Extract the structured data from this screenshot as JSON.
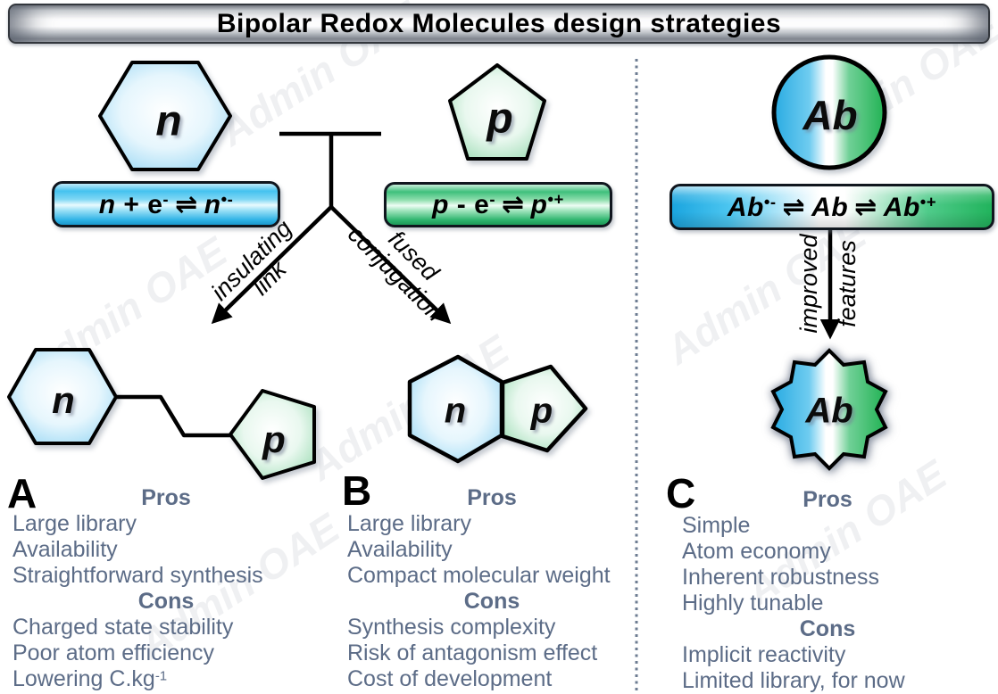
{
  "title": "Bipolar Redox Molecules design strategies",
  "watermark": "Admin OAE",
  "colors": {
    "blue": "#29abe2",
    "green": "#22b24c",
    "list_text": "#5c6c87"
  },
  "shapes": {
    "n_hexagon": "n",
    "p_pentagon": "p",
    "ab_circle": "Ab",
    "a_hexagon": "n",
    "a_pentagon": "p",
    "b_hexagon": "n",
    "b_pentagon": "p",
    "ab_star": "Ab"
  },
  "equations": {
    "n": {
      "lhs_var": "n",
      "mid": " + e",
      "mid_sup": "-",
      "harpoon": "⇌",
      "rhs_var": "n",
      "rhs_sup": "•-"
    },
    "p": {
      "lhs_var": "p",
      "mid": " - e",
      "mid_sup": "-",
      "harpoon": "⇌",
      "rhs_var": "p",
      "rhs_sup": "•+"
    },
    "ab": {
      "v1": "Ab",
      "s1": "•-",
      "h1": "⇌",
      "v2": "Ab",
      "h2": "⇌",
      "v3": "Ab",
      "s3": "•+"
    }
  },
  "arrows": {
    "left_line1": "insulating",
    "left_line2": "link",
    "right_line1": "fused",
    "right_line2": "conjugation",
    "down_line1": "improved",
    "down_line2": "features"
  },
  "columns": [
    {
      "label": "A",
      "pros_title": "Pros",
      "cons_title": "Cons",
      "pros": [
        "Large library",
        "Availability",
        "Straightforward synthesis"
      ],
      "cons": [
        "Charged state stability",
        "Poor atom efficiency"
      ],
      "cons_last": {
        "text": "Lowering C.kg",
        "sup": "-1"
      }
    },
    {
      "label": "B",
      "pros_title": "Pros",
      "cons_title": "Cons",
      "pros": [
        "Large library",
        "Availability",
        "Compact molecular weight"
      ],
      "cons": [
        "Synthesis complexity",
        "Risk of antagonism effect",
        "Cost of development"
      ]
    },
    {
      "label": "C",
      "pros_title": "Pros",
      "cons_title": "Cons",
      "pros": [
        "Simple",
        "Atom economy",
        "Inherent robustness",
        "Highly tunable"
      ],
      "cons": [
        "Implicit reactivity",
        "Limited library, for now"
      ]
    }
  ]
}
